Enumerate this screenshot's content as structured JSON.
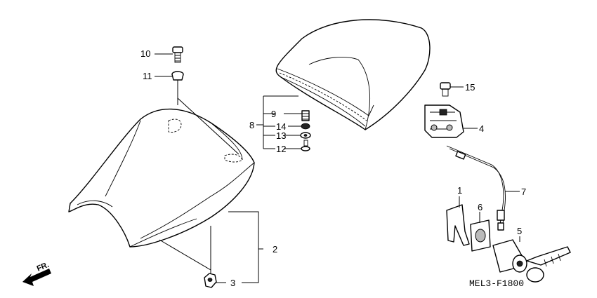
{
  "diagram_code": "MEL3-F1800",
  "front_marker": "FR.",
  "callouts": {
    "c1": "1",
    "c2": "2",
    "c3": "3",
    "c4": "4",
    "c5": "5",
    "c7": "7",
    "c6": "6",
    "c8": "8",
    "c9": "9",
    "c10": "10",
    "c11": "11",
    "c12": "12",
    "c13": "13",
    "c14": "14",
    "c15": "15"
  }
}
